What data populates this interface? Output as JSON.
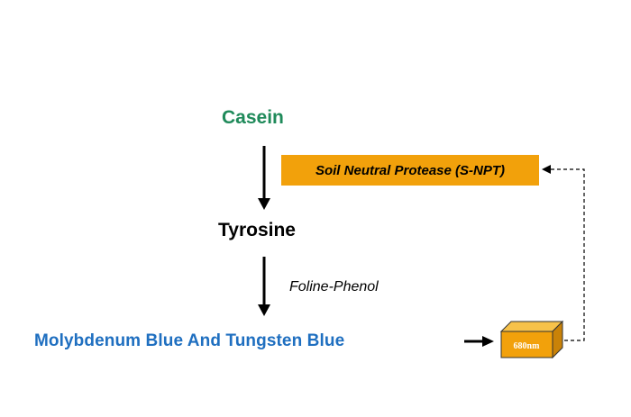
{
  "diagram": {
    "substrate": "Casein",
    "enzyme": "Soil Neutral Protease (S-NPT)",
    "intermediate": "Tyrosine",
    "reagent": "Foline-Phenol",
    "product": "Molybdenum Blue And Tungsten Blue",
    "detector_label": "680nm"
  },
  "colors": {
    "substrate": "#1f8a5a",
    "product": "#1f6fc0",
    "enzyme_box": "#f2a10b",
    "cuvette_front": "#f2a10b",
    "cuvette_top": "#f7c24a",
    "cuvette_side": "#c98208"
  }
}
